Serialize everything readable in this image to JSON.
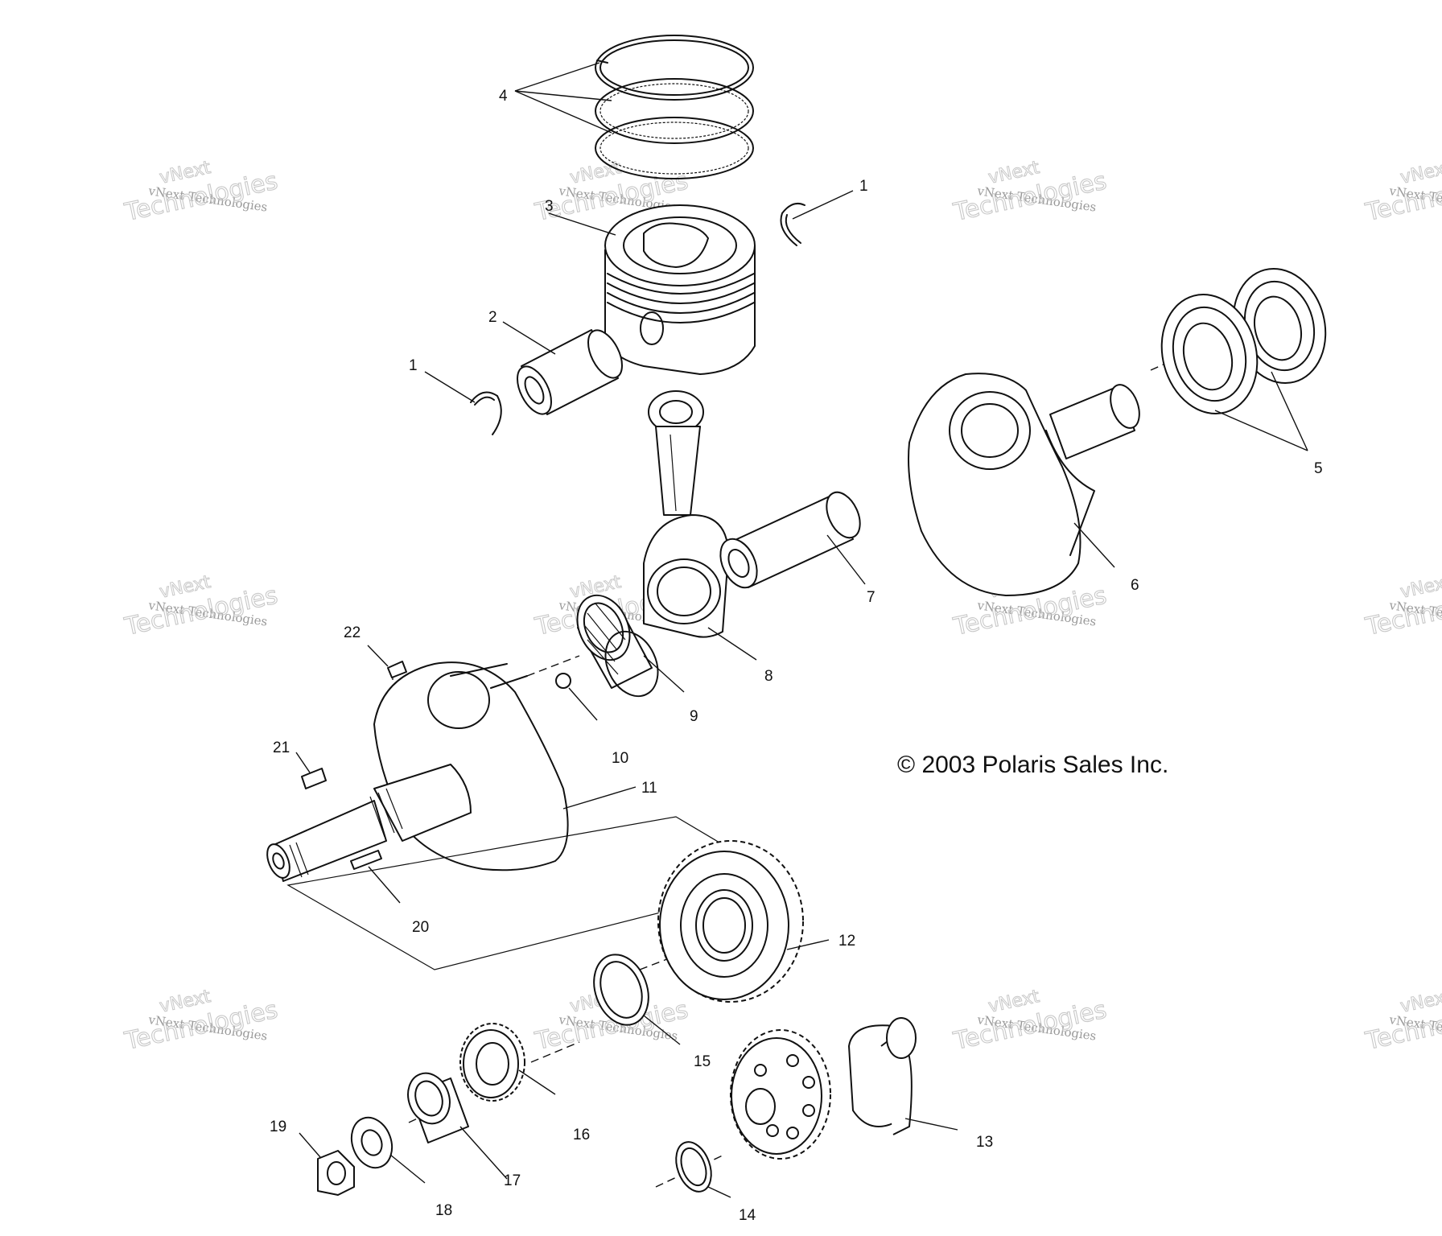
{
  "diagram": {
    "callouts": [
      "1",
      "1",
      "2",
      "3",
      "4",
      "5",
      "6",
      "7",
      "8",
      "9",
      "10",
      "11",
      "12",
      "13",
      "14",
      "15",
      "16",
      "17",
      "18",
      "19",
      "20",
      "21",
      "22"
    ],
    "copyright": "© 2003 Polaris Sales Inc.",
    "watermark": {
      "line1": "vNext",
      "line2": "vNext Technologies",
      "line3": "Technologies"
    }
  }
}
